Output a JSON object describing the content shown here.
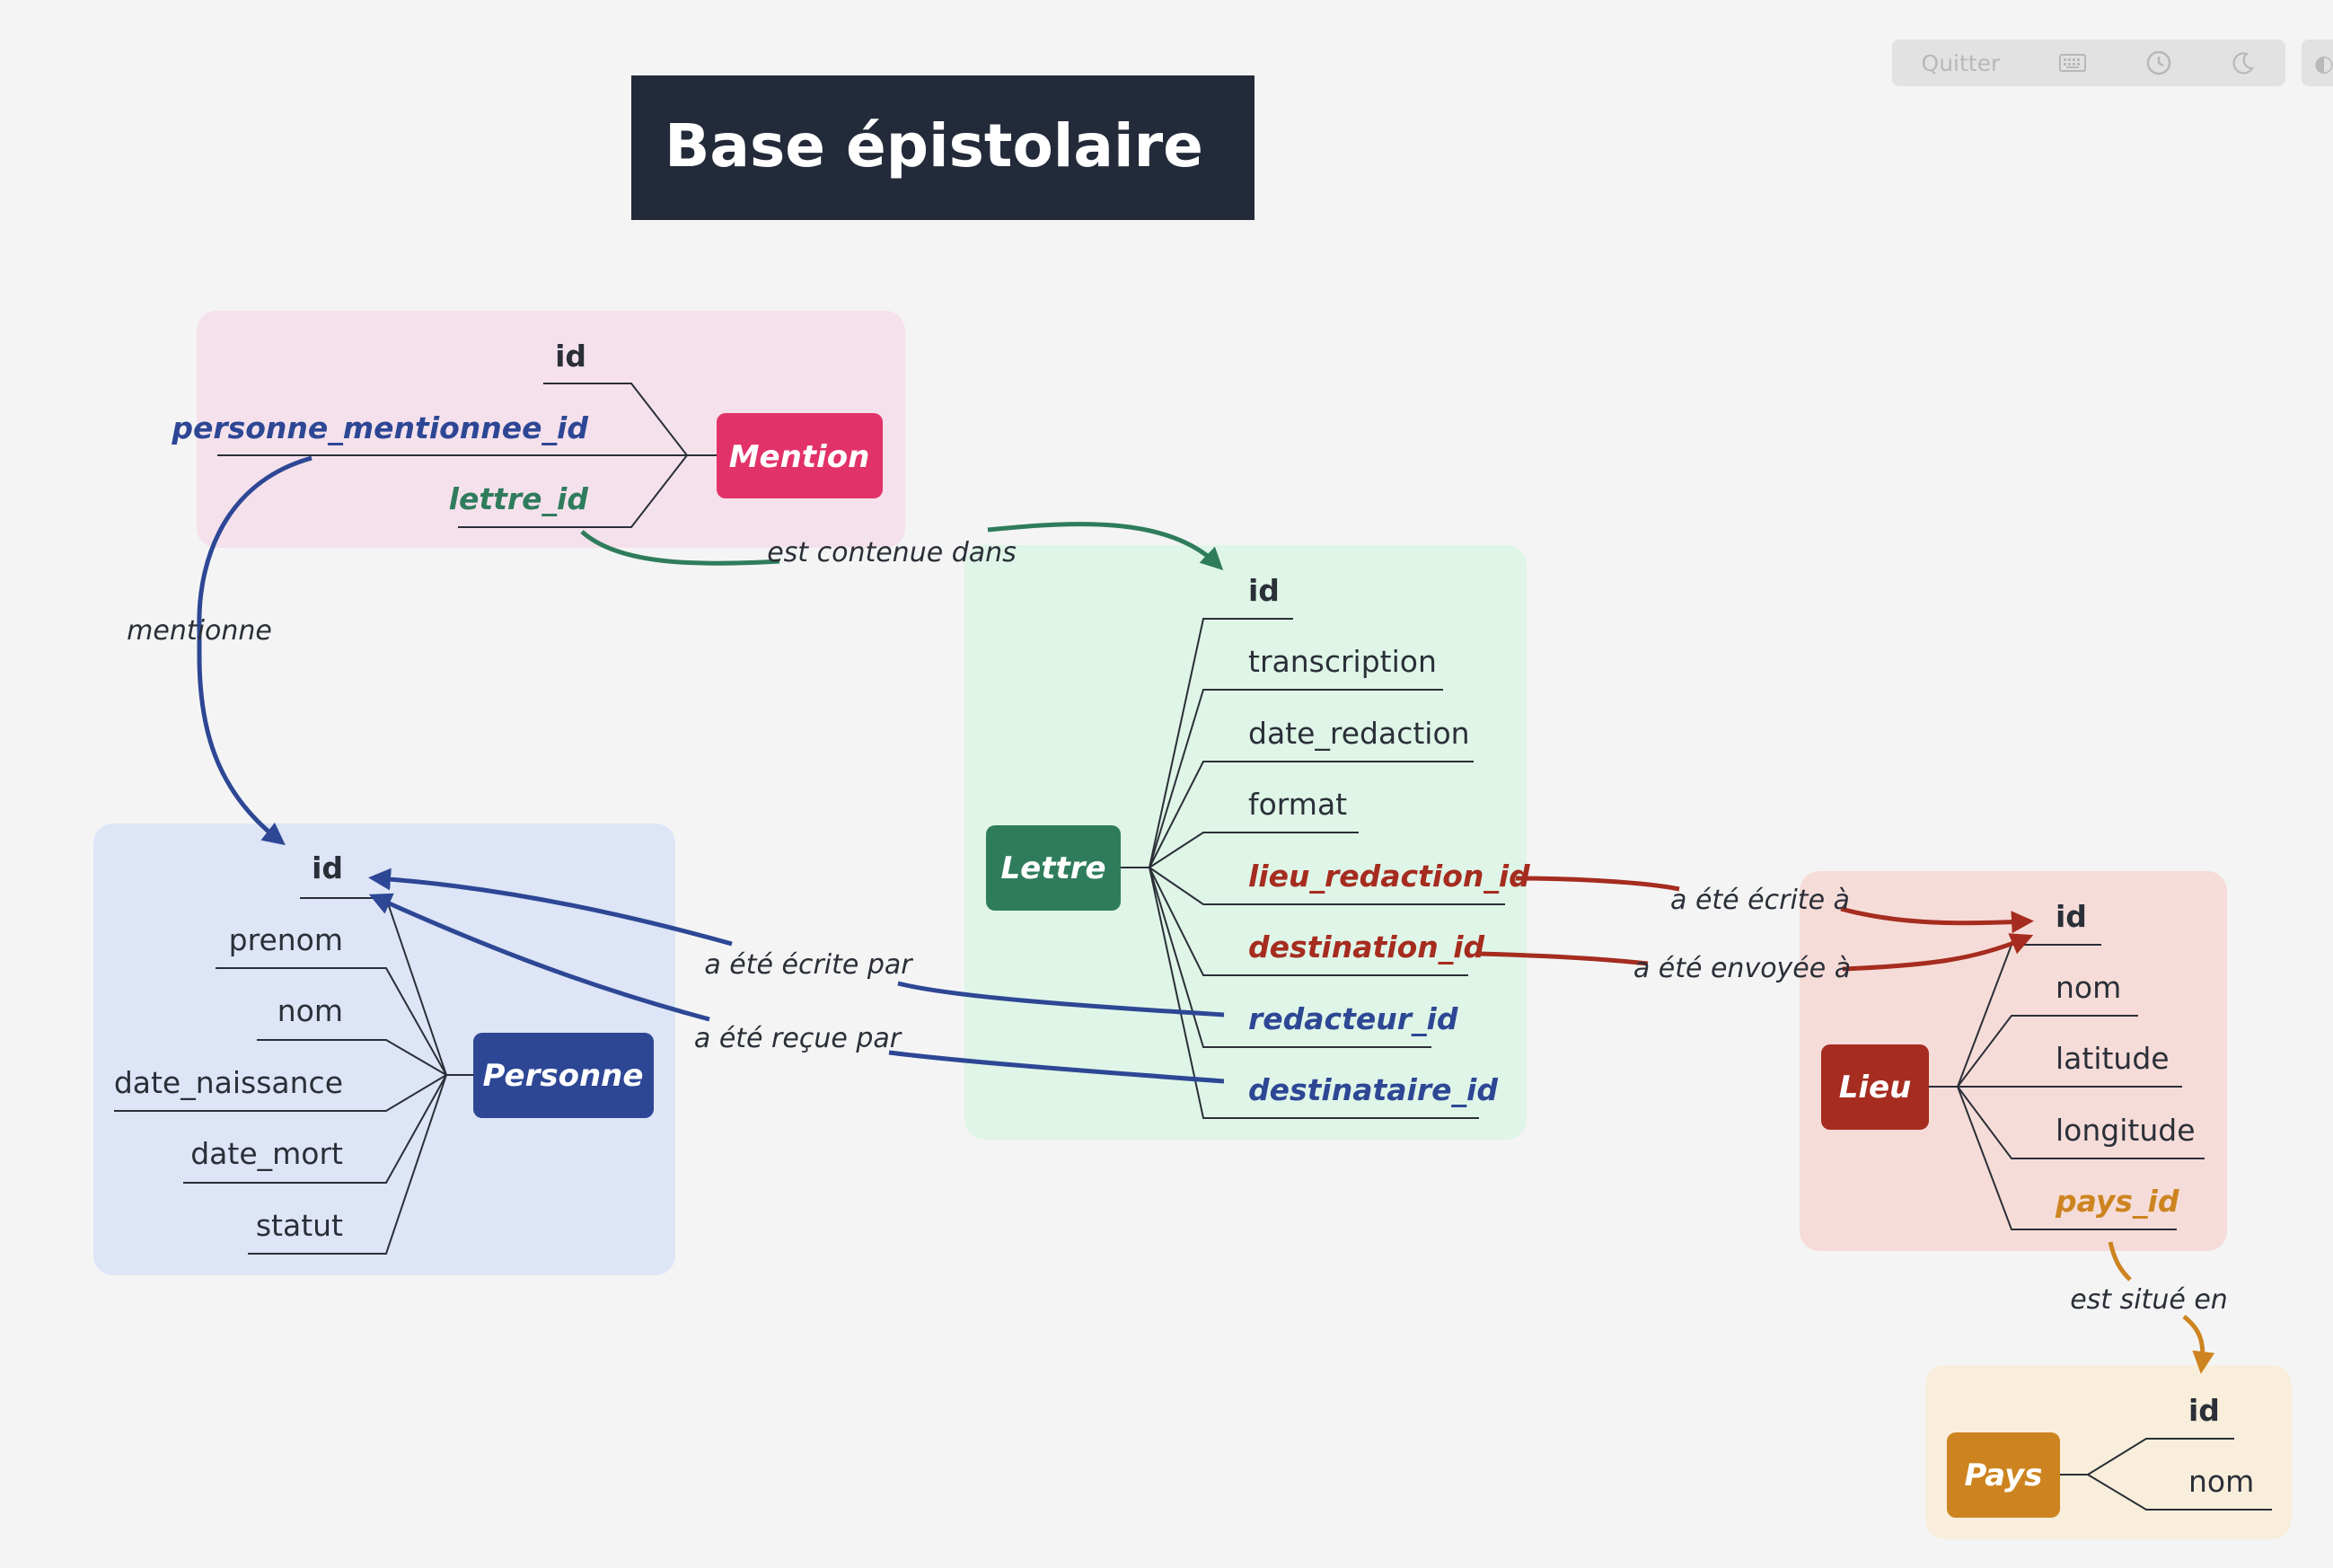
{
  "title": "Base épistolaire",
  "toolbar": {
    "quit_label": "Quitter",
    "keyboard_icon": "keyboard-icon",
    "clock_icon": "clock-icon",
    "moon_icon": "moon-icon"
  },
  "colors": {
    "background": "#f4f4f4",
    "title_bg": "#232b3a",
    "mention": "#e2326a",
    "mention_bg": "#f5e1ec",
    "personne": "#2d4795",
    "personne_bg": "#dde5f6",
    "lettre": "#2f7c5c",
    "lettre_bg": "#dff5e7",
    "lieu": "#a52c1f",
    "lieu_bg": "#f6dcd8",
    "pays": "#cd8420",
    "pays_bg": "#f8eedb",
    "text": "#2a2f38"
  },
  "entities": {
    "mention": {
      "name": "Mention",
      "fields": [
        "id",
        "personne_mentionnee_id",
        "lettre_id"
      ]
    },
    "personne": {
      "name": "Personne",
      "fields": [
        "id",
        "prenom",
        "nom",
        "date_naissance",
        "date_mort",
        "statut"
      ]
    },
    "lettre": {
      "name": "Lettre",
      "fields": [
        "id",
        "transcription",
        "date_redaction",
        "format",
        "lieu_redaction_id",
        "destination_id",
        "redacteur_id",
        "destinataire_id"
      ]
    },
    "lieu": {
      "name": "Lieu",
      "fields": [
        "id",
        "nom",
        "latitude",
        "longitude",
        "pays_id"
      ]
    },
    "pays": {
      "name": "Pays",
      "fields": [
        "id",
        "nom"
      ]
    }
  },
  "relations": {
    "mentionne": "mentionne",
    "est_contenue_dans": "est contenue dans",
    "a_ete_ecrite_par": "a été écrite par",
    "a_ete_recue_par": "a été reçue par",
    "a_ete_ecrite_a": "a été écrite à",
    "a_ete_envoyee_a": "a été envoyée à",
    "est_situe_en": "est situé en"
  }
}
